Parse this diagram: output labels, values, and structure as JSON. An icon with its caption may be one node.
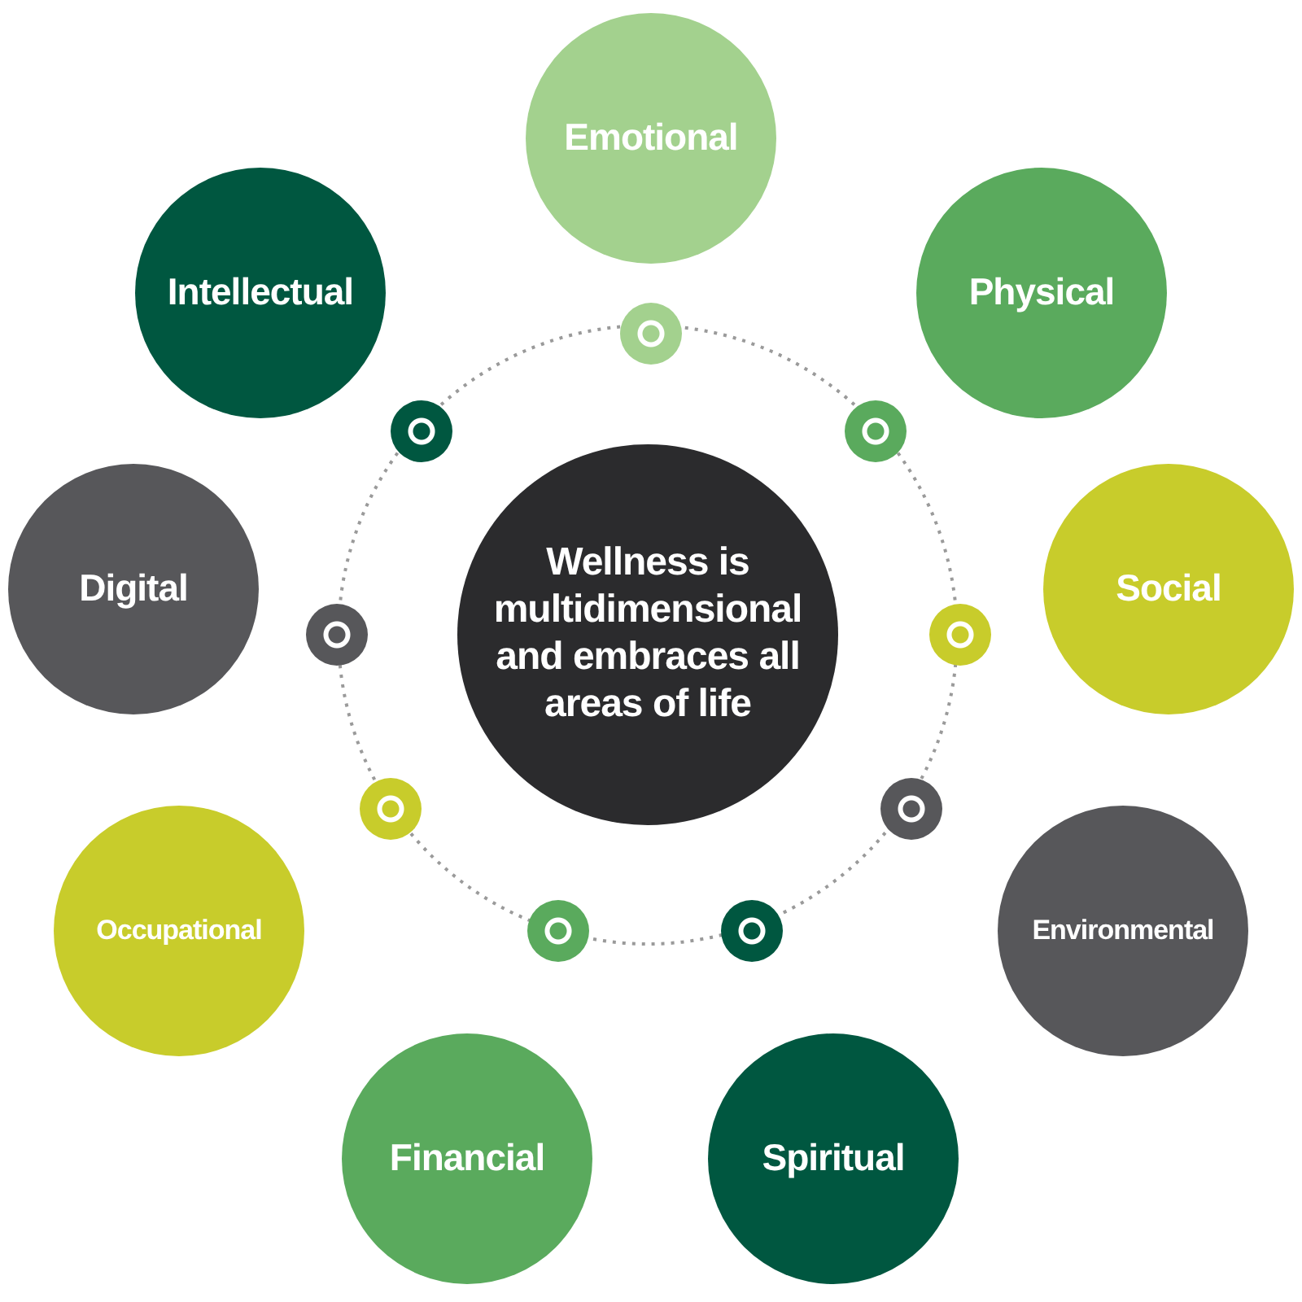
{
  "diagram": {
    "nodes": [
      {
        "text": [
          "Emotional"
        ]
      },
      {
        "text": [
          "Intellectual"
        ]
      },
      {
        "text": [
          "Physical"
        ]
      },
      {
        "text": [
          "Digital"
        ]
      },
      {
        "text": [
          "Wellness is multidimensional and embraces all areas of life"
        ]
      },
      {
        "text": [
          "Social"
        ]
      },
      {
        "text": [
          "Occupational"
        ]
      },
      {
        "text": [
          "Environmental"
        ]
      },
      {
        "text": [
          "Financial"
        ]
      },
      {
        "text": [
          "Spiritual"
        ]
      },
      {
        "text": [],
        "shape": "circle"
      },
      {
        "text": [],
        "shape": "circle"
      },
      {
        "text": [],
        "shape": "circle"
      },
      {
        "text": [],
        "shape": "circle"
      },
      {
        "text": [],
        "shape": "circle"
      },
      {
        "text": [],
        "shape": "circle"
      },
      {
        "text": [],
        "shape": "circle"
      },
      {
        "text": [],
        "shape": "circle"
      },
      {
        "text": [],
        "shape": "circle"
      }
    ]
  }
}
